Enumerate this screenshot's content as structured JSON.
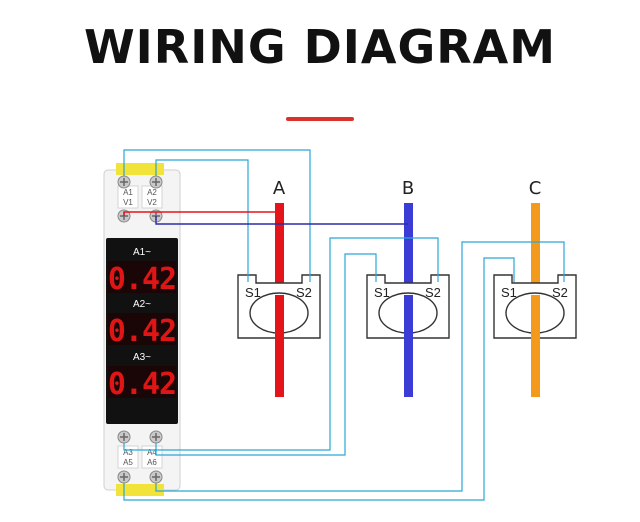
{
  "title": "WIRING DIAGRAM",
  "phases": [
    {
      "label": "A",
      "color": "#e5141b"
    },
    {
      "label": "B",
      "color": "#3b3bd6"
    },
    {
      "label": "C",
      "color": "#f39a1c"
    }
  ],
  "ct_terminals": {
    "s1": "S1",
    "s2": "S2"
  },
  "meter": {
    "top_terminals": [
      "A1",
      "A2",
      "V1",
      "V2"
    ],
    "bottom_terminals": [
      "A3",
      "A4",
      "A5",
      "A6"
    ],
    "displays": [
      {
        "label": "A1~",
        "reading": "0.42"
      },
      {
        "label": "A2~",
        "reading": "0.42"
      },
      {
        "label": "A3~",
        "reading": "0.42"
      }
    ]
  },
  "colors": {
    "wire_cyan": "#2aa7d8",
    "wire_red": "#e5141b",
    "wire_blue": "#2c2ca8",
    "accent": "#d9322b",
    "din_clip": "#f2e33a"
  }
}
